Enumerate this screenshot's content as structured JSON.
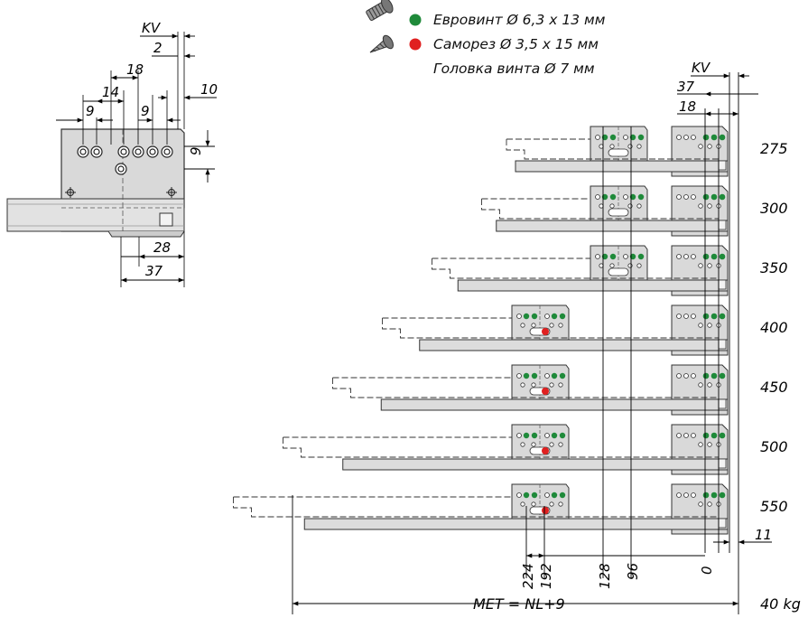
{
  "legend": {
    "eurovint": "Евровинт Ø 6,3 x 13 мм",
    "samorez": "Саморез Ø 3,5 x 15 мм",
    "head": "Головка винта Ø 7 мм",
    "colors": {
      "eurovint": "#1f8a3a",
      "samorez": "#e02020"
    },
    "icons": {
      "eurovint": "eurovint-screw-icon",
      "samorez": "wood-screw-icon"
    }
  },
  "left_view": {
    "kv": "KV",
    "d2": "2",
    "d18": "18",
    "d14": "14",
    "d10": "10",
    "d9a": "9",
    "d9b": "9",
    "d9v": "9",
    "d28": "28",
    "d37": "37"
  },
  "right_view": {
    "kv": "KV",
    "d37": "37",
    "d18": "18",
    "d11": "11",
    "lengths": [
      "275",
      "300",
      "350",
      "400",
      "450",
      "500",
      "550"
    ],
    "bottom_dims": [
      "224",
      "192",
      "128",
      "96",
      "0"
    ],
    "met": "MET = NL+9",
    "load": "40 kg"
  }
}
